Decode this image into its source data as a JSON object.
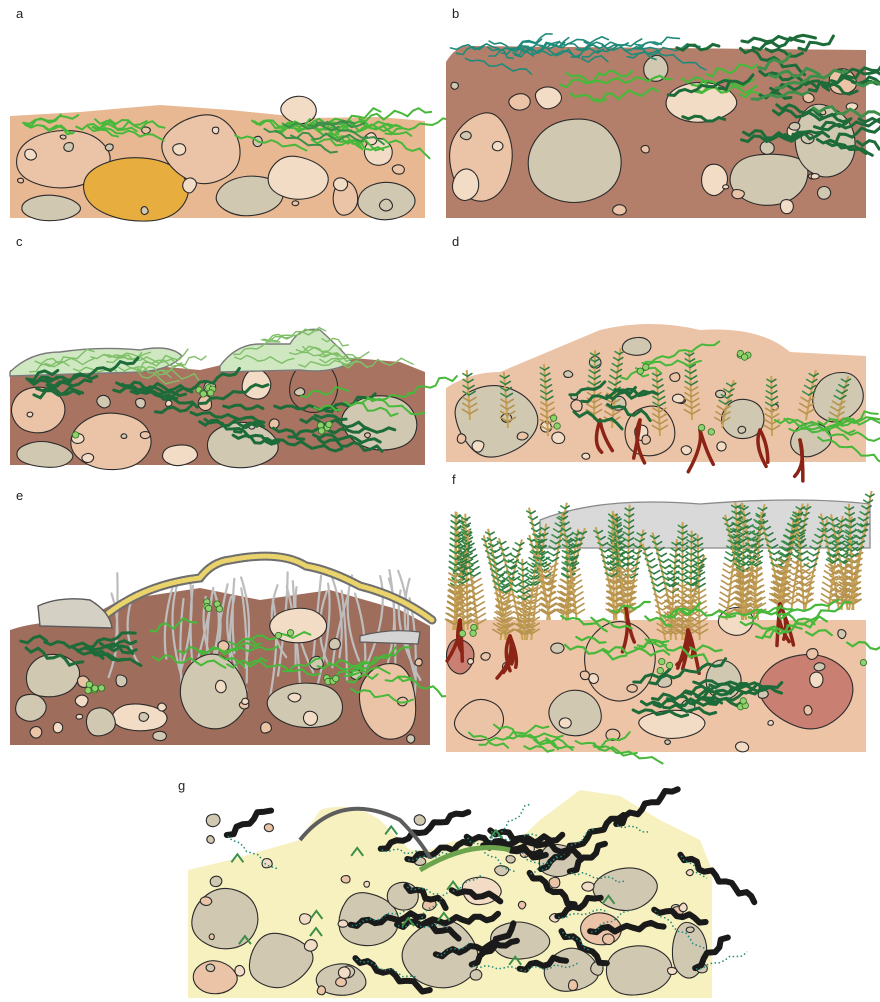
{
  "panels": [
    {
      "id": "a",
      "label": "a",
      "soil": "#e8b893",
      "crust": "none"
    },
    {
      "id": "b",
      "label": "b",
      "soil": "#b47f6a",
      "crust": "cyanobacteria-and-moss"
    },
    {
      "id": "c",
      "label": "c",
      "soil": "#a87360",
      "crust": "lichen-light"
    },
    {
      "id": "d",
      "label": "d",
      "soil": "#ebc3a6",
      "crust": "moss-shoots"
    },
    {
      "id": "e",
      "label": "e",
      "soil": "#9f6d5b",
      "crust": "lichen-with-rhizines"
    },
    {
      "id": "f",
      "label": "f",
      "soil": "#edc4a6",
      "crust": "dense-moss-turf"
    },
    {
      "id": "g",
      "label": "g",
      "soil": "#f7f1bf",
      "crust": "dark-crust-network"
    }
  ],
  "colors": {
    "outline": "#2b2b2b",
    "stone_light": "#f3dcc5",
    "stone_peach": "#ebc4a7",
    "stone_grey": "#d1c8b2",
    "stone_orange": "#e8ad3f",
    "stone_red": "#c97f72",
    "cyano_green": "#47b83a",
    "moss_dark": "#1e6b3a",
    "moss_mid": "#3d8f49",
    "lichen_pale": "#cfe8c2",
    "lichen_grey": "#bdbdbd",
    "rhizoid_red": "#8b2417",
    "cell_green": "#8fd16a",
    "crust_black": "#1a1a1a",
    "crust_teal": "#1f8a7a"
  }
}
